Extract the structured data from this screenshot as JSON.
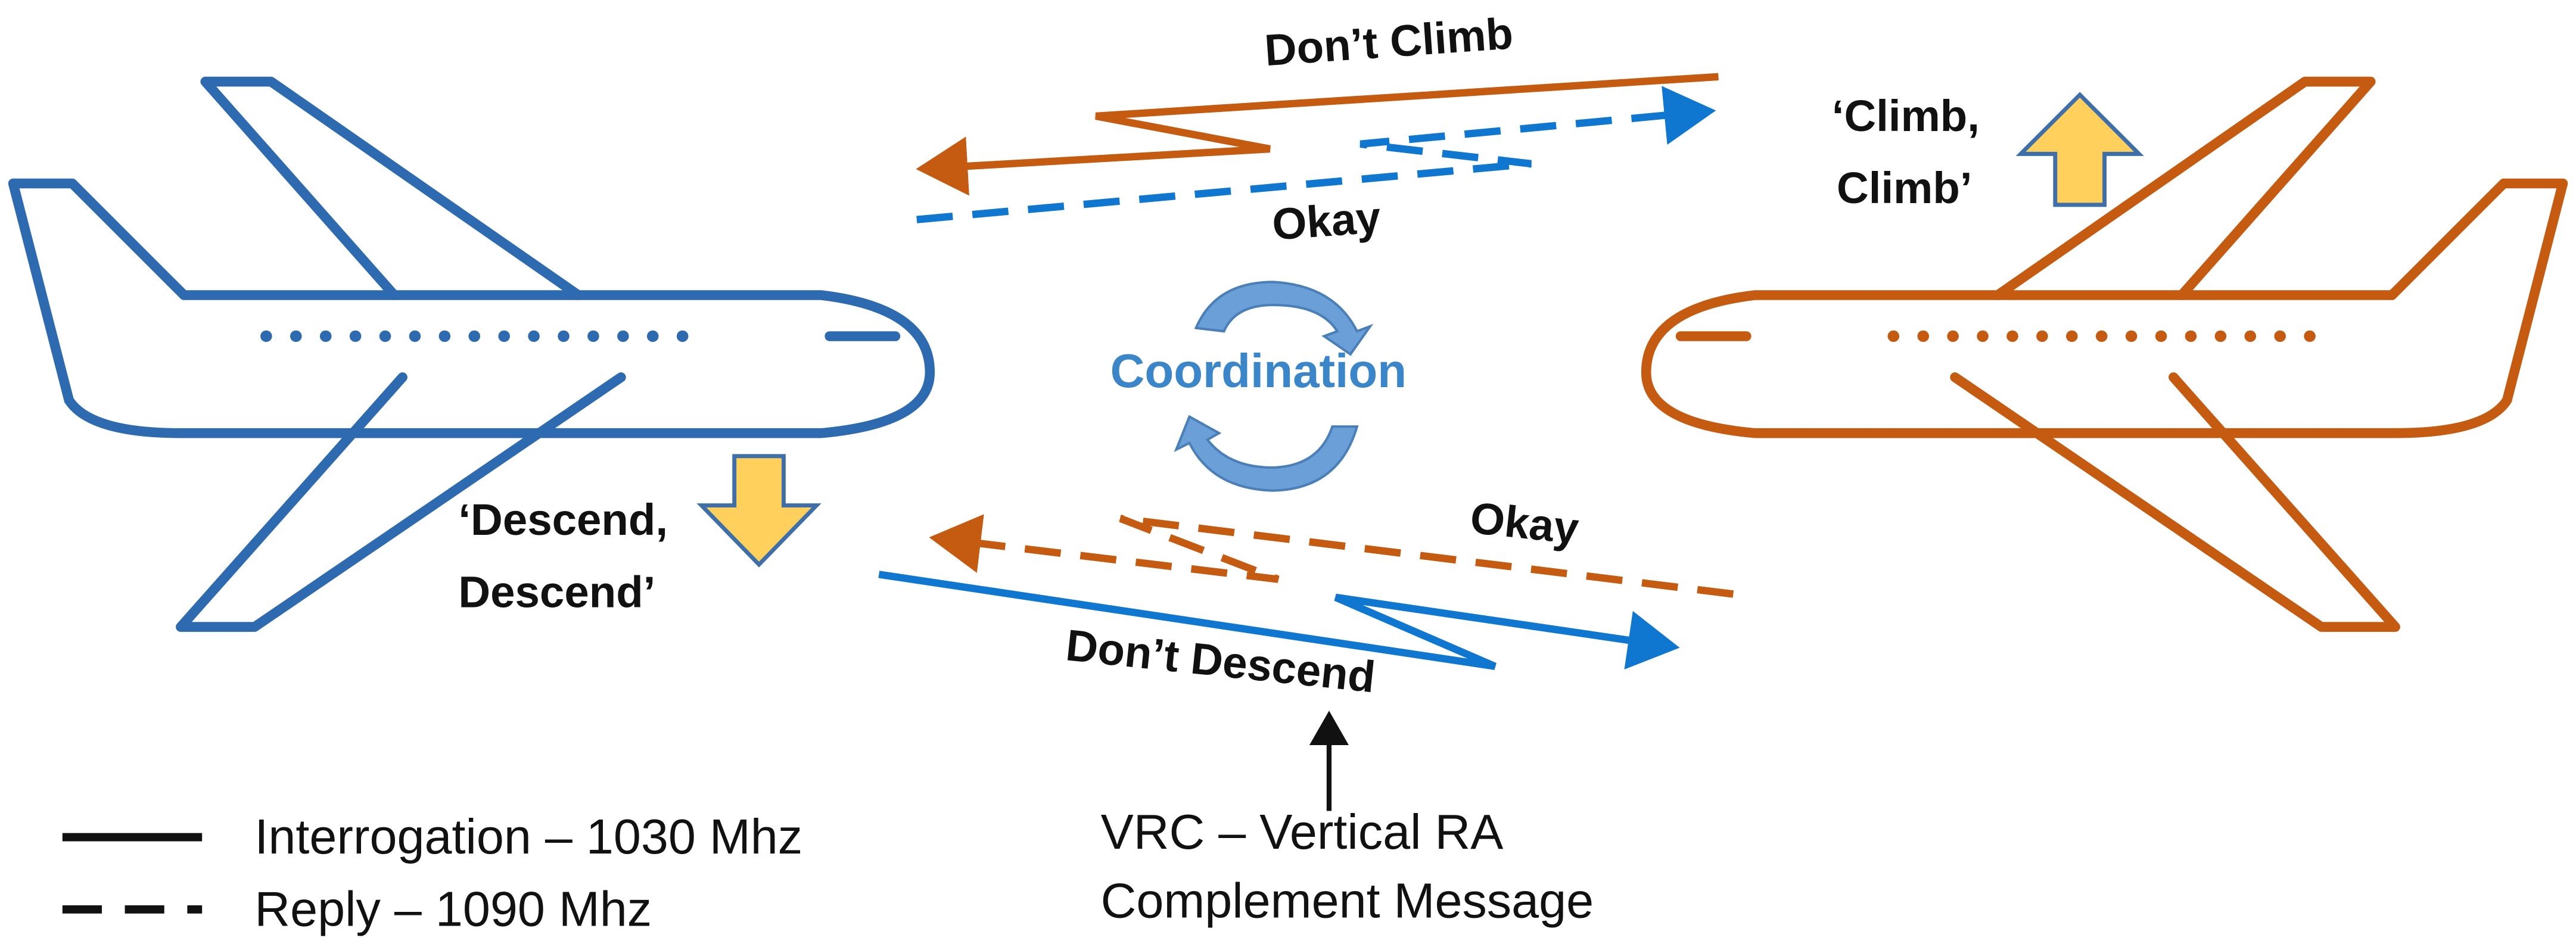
{
  "colors": {
    "aircraft_left": "#2e6ab0",
    "aircraft_right": "#c55a11",
    "signal_blue": "#1077d0",
    "signal_orange": "#c55a11",
    "advisory_arrow_fill": "#ffd15c",
    "advisory_arrow_stroke": "#3f6fa8",
    "coordination_text": "#3a86c8",
    "coordination_arrows": "#6a9fd8",
    "text": "#111111"
  },
  "icons": {
    "left_aircraft": "airplane-outline-icon",
    "right_aircraft": "airplane-outline-icon",
    "descend_arrow": "arrow-down-icon",
    "climb_arrow": "arrow-up-icon",
    "coordination_cycle": "circular-arrows-icon"
  },
  "labels": {
    "dont_climb": "Don’t Climb",
    "okay_top": "Okay",
    "okay_bottom": "Okay",
    "dont_descend": "Don’t Descend",
    "coordination": "Coordination",
    "climb_advisory_line1": "‘Climb,",
    "climb_advisory_line2": "Climb’",
    "descend_advisory_line1": "‘Descend,",
    "descend_advisory_line2": "Descend’",
    "vrc_line1": "VRC – Vertical RA",
    "vrc_line2": "Complement Message"
  },
  "legend": {
    "solid_label": "Interrogation – 1030 Mhz",
    "dashed_label": "Reply – 1090 Mhz"
  }
}
